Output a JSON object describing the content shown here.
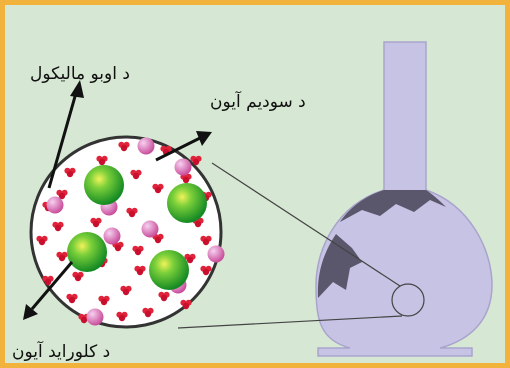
{
  "labels": {
    "water_molecule": "د اوبو ماليکول",
    "sodium_ion": "د سوديم آيون",
    "chloride_ion": "د کلورايد آيون"
  },
  "colors": {
    "frame": "#f2b33d",
    "background": "#d6e8d3",
    "flask": "#c7c3e4",
    "flask_dark": "#5a566b",
    "sodium_ion": "#d75ea8",
    "chloride_ion": "#1f9a2e",
    "water_molecule": "#e0233a"
  }
}
